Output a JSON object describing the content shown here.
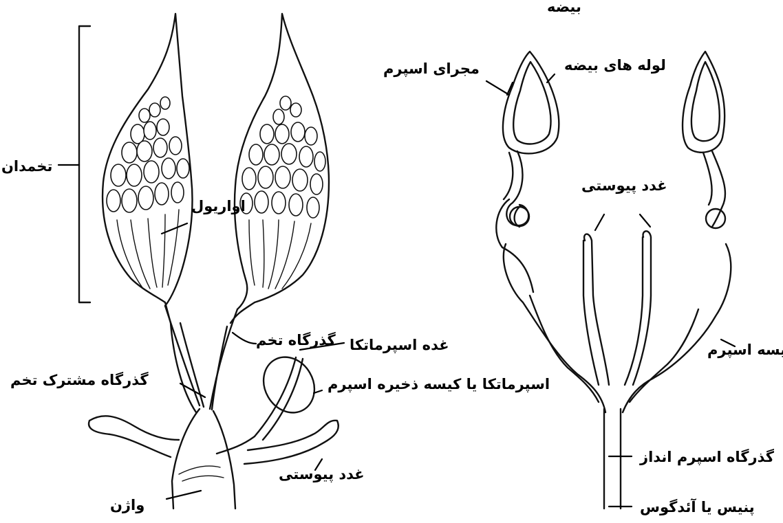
{
  "labels": {
    "ovary": "تخمدان",
    "ovariole": "اواریول",
    "oviduct": "گذرگاه تخم",
    "spermatheca_gland": "غده اسپرماتکا",
    "common_oviduct": "گذرگاه مشترک تخم",
    "spermatheca": "اسپرماتکا یا کیسه ذخیره اسپرم",
    "female_accessory_gland": "غدد پیوستی",
    "vagina": "واژن",
    "testis": "بیضه",
    "sperm_duct": "مجرای اسپرم",
    "testis_tubules": "لوله های بیضه",
    "male_accessory_gland": "غدد پیوستی",
    "seminal_vesicle": "کیسه اسپرم",
    "ejaculatory_duct": "گذرگاه اسپرم انداز",
    "penis": "پنیس یا آئدگوس"
  }
}
